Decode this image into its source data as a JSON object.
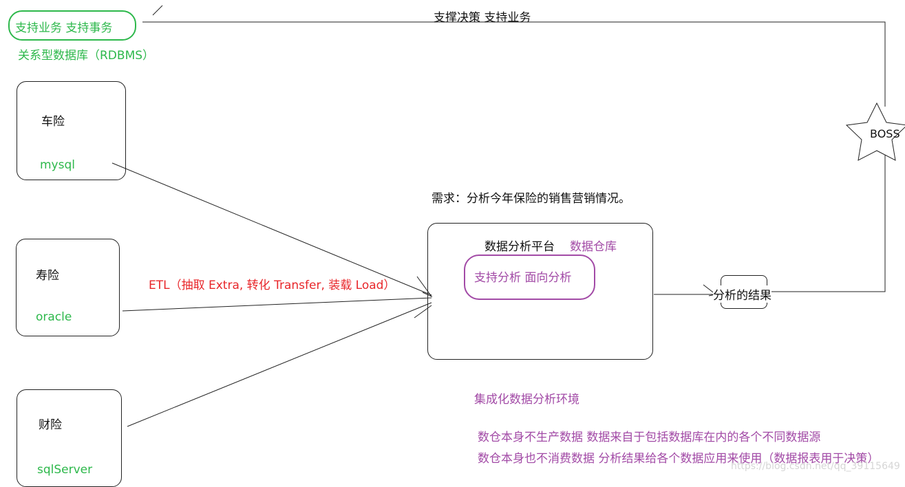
{
  "colors": {
    "green": "#2db84b",
    "red": "#e8262a",
    "purple": "#a24aa6",
    "line": "#222222"
  },
  "top": {
    "support_label": "支持业务  支持事务",
    "rdbms_label": "关系型数据库（RDBMS）",
    "decision_label": "支撑决策  支持业务"
  },
  "sources": [
    {
      "name": "车险",
      "db": "mysql"
    },
    {
      "name": "寿险",
      "db": "oracle"
    },
    {
      "name": "财险",
      "db": "sqlServer"
    }
  ],
  "etl_label": "ETL（抽取 Extra, 转化 Transfer, 装载 Load）",
  "requirement": "需求：分析今年保险的销售营销情况。",
  "platform": {
    "title": "数据分析平台",
    "subtitle": "数据仓库",
    "inner": "支持分析 面向分析"
  },
  "result_label": "分析的结果",
  "boss_label": "BOSS",
  "notes": {
    "env": "集成化数据分析环境",
    "line1": "数仓本身不生产数据  数据来自于包括数据库在内的各个不同数据源",
    "line2": "数仓本身也不消费数据 分析结果给各个数据应用来使用（数据报表用于决策）"
  },
  "watermark": "https://blog.csdn.net/qq_39115649"
}
